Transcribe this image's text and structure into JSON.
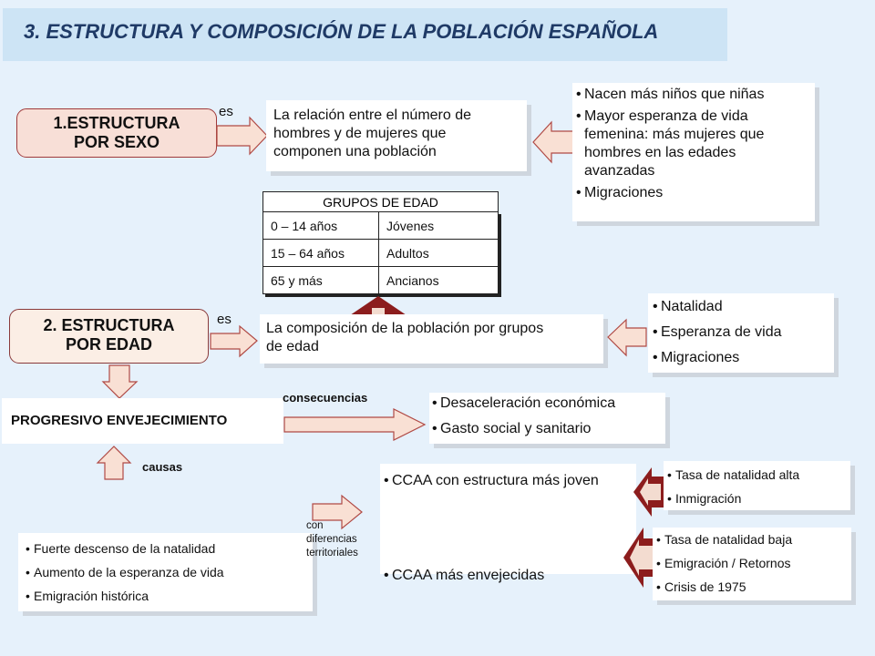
{
  "title": "3. ESTRUCTURA Y COMPOSICIÓN  DE LA POBLACIÓN ESPAÑOLA",
  "sexo": {
    "box": [
      "1.ESTRUCTURA",
      "POR SEXO"
    ],
    "connector": "es",
    "definition": [
      "La relación entre el número de",
      "hombres y de mujeres que",
      "componen una población"
    ],
    "factors": [
      [
        "Nacen más niños que niñas"
      ],
      [
        "Mayor esperanza de vida",
        "femenina: más mujeres que",
        "hombres en las edades",
        "avanzadas"
      ],
      [
        "Migraciones"
      ]
    ]
  },
  "grupos_edad": {
    "header": "GRUPOS  DE  EDAD",
    "rows": [
      {
        "range": "0 – 14 años",
        "group": "Jóvenes"
      },
      {
        "range": "15 – 64 años",
        "group": "Adultos"
      },
      {
        "range": "65 y más",
        "group": "Ancianos"
      }
    ]
  },
  "edad": {
    "box": [
      "2. ESTRUCTURA",
      "POR  EDAD"
    ],
    "connector": "es",
    "definition": [
      "La composición de la población por grupos",
      "de edad"
    ],
    "factors": [
      "Natalidad",
      "Esperanza de vida",
      "Migraciones"
    ]
  },
  "envejecimiento": {
    "label": "PROGRESIVO ENVEJECIMIENTO",
    "consequences_label": "consecuencias",
    "consequences": [
      "Desaceleración económica",
      "Gasto social y sanitario"
    ],
    "causes_label": "causas",
    "causes": [
      "Fuerte  descenso  de la natalidad",
      "Aumento  de la esperanza  de vida",
      "Emigración  histórica"
    ]
  },
  "territorial": {
    "connector": [
      "con",
      "diferencias",
      "territoriales"
    ],
    "young": "CCAA con estructura más joven",
    "old": "CCAA más envejecidas",
    "young_factors": [
      "Tasa  de natalidad  alta",
      "Inmigración"
    ],
    "old_factors": [
      "Tasa  de natalidad  baja",
      "Emigración   / Retornos",
      "Crisis de 1975"
    ]
  },
  "colors": {
    "title_text": "#1f3a66",
    "title_bg": "#cde4f5",
    "background": "#e6f1fb",
    "arrow_fill": "#f9e0d4",
    "arrow_stroke": "#b04a45",
    "dark_arrow": "#8c1d1d"
  }
}
